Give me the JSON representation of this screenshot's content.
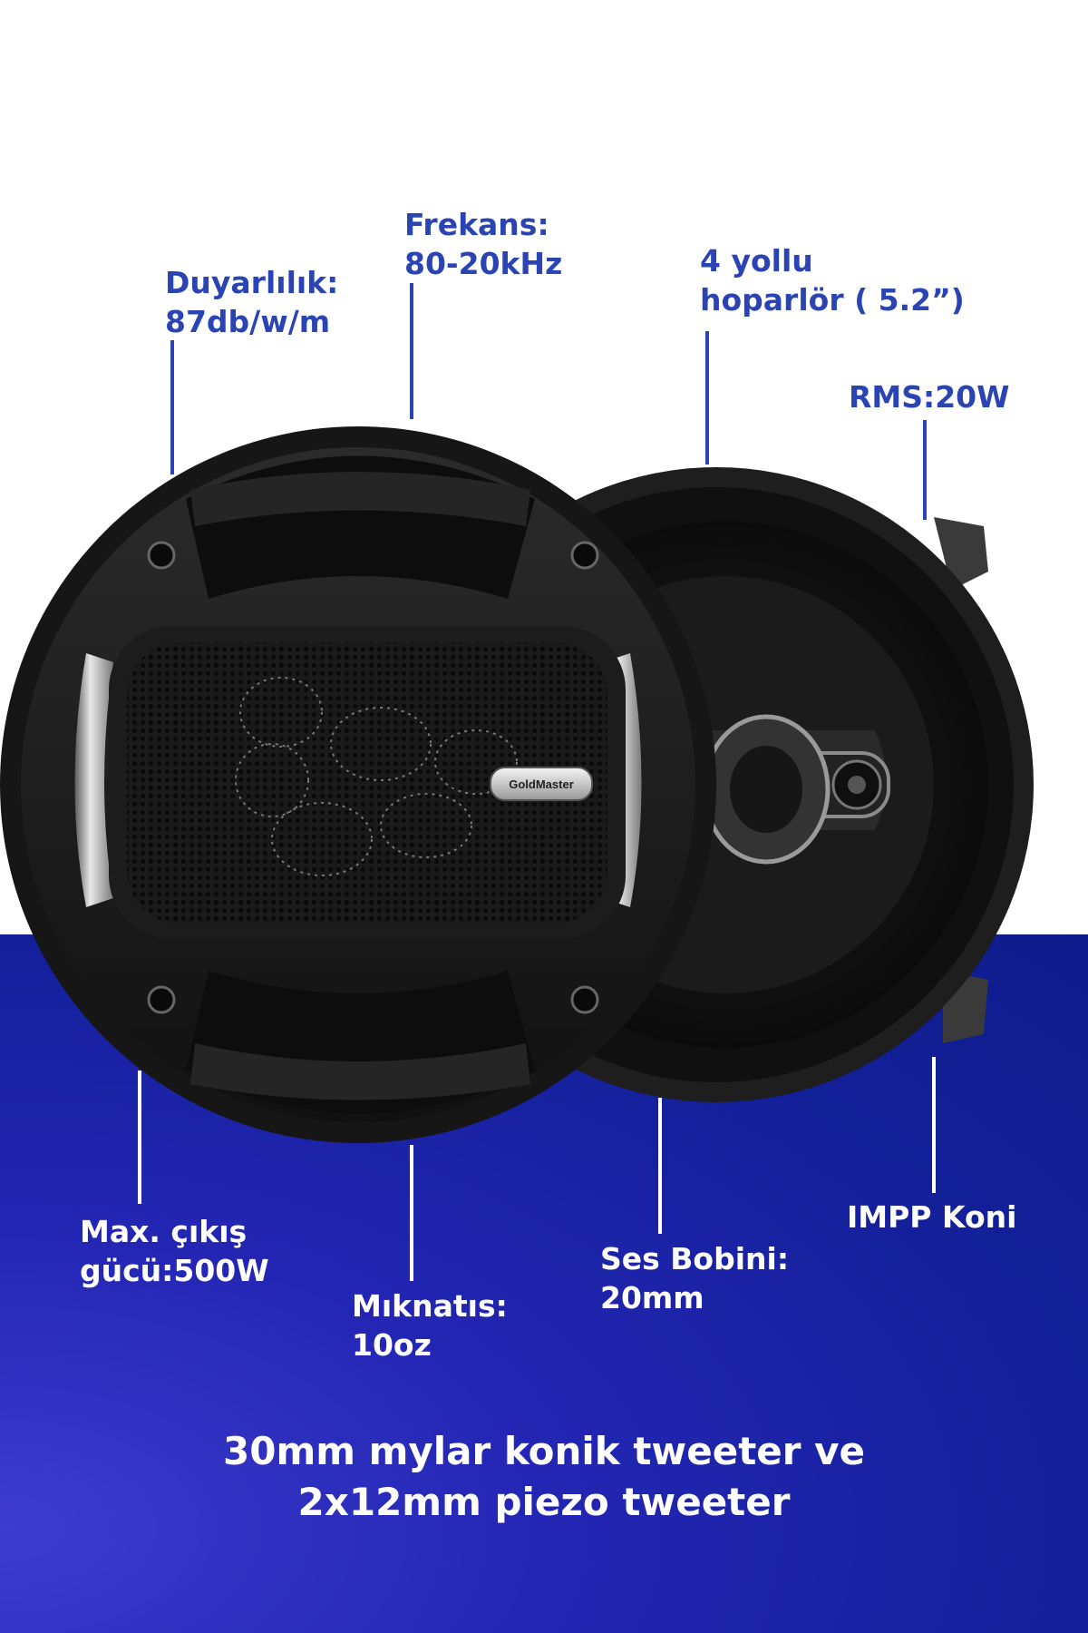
{
  "specs": {
    "sensitivity": "Duyarlılık:\n87db/w/m",
    "frequency": "Frekans:\n80-20kHz",
    "speaker_type": "4 yollu\nhoparlör ( 5.2”)",
    "rms": "RMS:20W",
    "max_output": "Max. çıkış\ngücü:500W",
    "magnet": "Mıknatıs:\n10oz",
    "voice_coil": "Ses Bobini:\n20mm",
    "cone": "IMPP Koni"
  },
  "footer": "30mm mylar konik tweeter ve\n2x12mm piezo tweeter",
  "brand_logo": "GoldMaster",
  "colors": {
    "label_blue": "#2a44b3",
    "band_blue": "#1a24a8",
    "white": "#ffffff"
  }
}
